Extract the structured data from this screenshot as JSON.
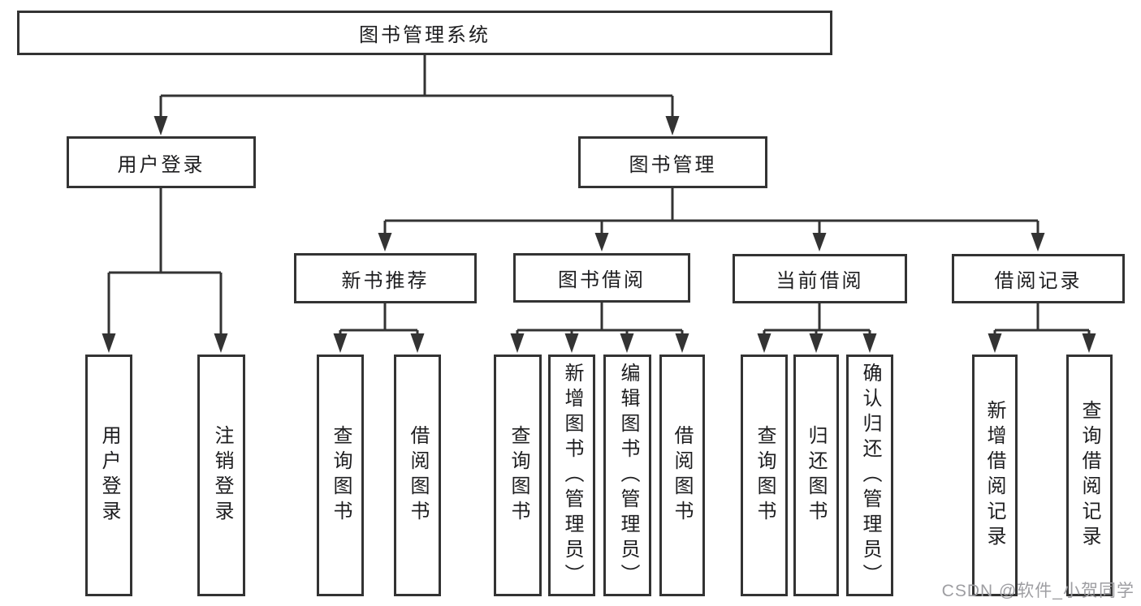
{
  "diagram": {
    "root": {
      "label": "图书管理系统"
    },
    "level2": [
      {
        "label": "用户登录"
      },
      {
        "label": "图书管理"
      }
    ],
    "level3": [
      {
        "label": "新书推荐",
        "parent": "图书管理"
      },
      {
        "label": "图书借阅",
        "parent": "图书管理"
      },
      {
        "label": "当前借阅",
        "parent": "图书管理"
      },
      {
        "label": "借阅记录",
        "parent": "图书管理"
      }
    ],
    "leaves": [
      {
        "label": "用户登录",
        "parent": "用户登录"
      },
      {
        "label": "注销登录",
        "parent": "用户登录"
      },
      {
        "label": "查询图书",
        "parent": "新书推荐"
      },
      {
        "label": "借阅图书",
        "parent": "新书推荐"
      },
      {
        "label": "查询图书",
        "parent": "图书借阅"
      },
      {
        "label": "新增图书（管理员）",
        "parent": "图书借阅"
      },
      {
        "label": "编辑图书（管理员）",
        "parent": "图书借阅"
      },
      {
        "label": "借阅图书",
        "parent": "图书借阅"
      },
      {
        "label": "查询图书",
        "parent": "当前借阅"
      },
      {
        "label": "归还图书",
        "parent": "当前借阅"
      },
      {
        "label": "确认归还（管理员）",
        "parent": "当前借阅"
      },
      {
        "label": "新增借阅记录",
        "parent": "借阅记录"
      },
      {
        "label": "查询借阅记录",
        "parent": "借阅记录"
      }
    ]
  },
  "watermark": {
    "text": "CSDN @软件_小贺同学"
  },
  "colors": {
    "line": "#333333",
    "text": "#1d1d1f",
    "background": "#ffffff",
    "watermark": "#9e9ea2"
  }
}
